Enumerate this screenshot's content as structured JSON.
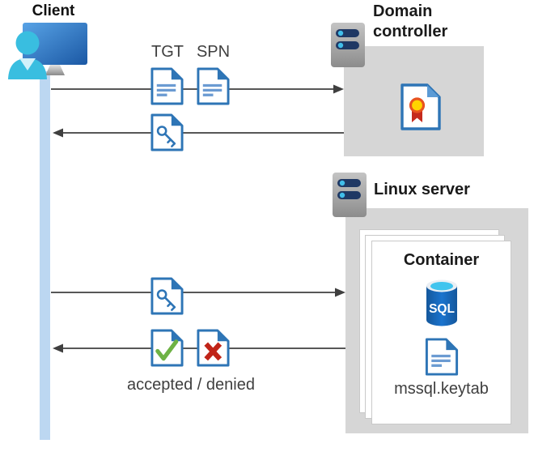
{
  "client": {
    "label": "Client"
  },
  "domain_controller": {
    "label": "Domain controller"
  },
  "linux_server": {
    "label": "Linux server"
  },
  "container": {
    "label": "Container",
    "sql_icon_text": "SQL",
    "keytab_label": "mssql.keytab"
  },
  "flows": {
    "request_to_domain_controller": {
      "tgt_label": "TGT",
      "spn_label": "SPN"
    },
    "response_to_client": {
      "result_label": "accepted / denied"
    }
  },
  "colors": {
    "document_blue": "#2E75B6",
    "document_fold_light_blue": "#5B9BD5",
    "document_text_line_blue": "#6B9BD2",
    "lifeline_light_blue": "#BCD7F1",
    "panel_gray": "#D6D6D6",
    "arrow_dark_gray": "#3F3F3F",
    "accepted_green": "#6EB244",
    "denied_red": "#C02418",
    "sql_database_blue": "#1668C1",
    "sql_database_cyan": "#40C4EE",
    "server_bar_navy": "#1F3864",
    "server_led_cyan": "#41BEEA",
    "certificate_seal_yellow": "#FFD400",
    "certificate_ribbon_red": "#C52A1D",
    "client_monitor_blue": "#2E6FBF",
    "client_person_cyan": "#39BEE0"
  }
}
